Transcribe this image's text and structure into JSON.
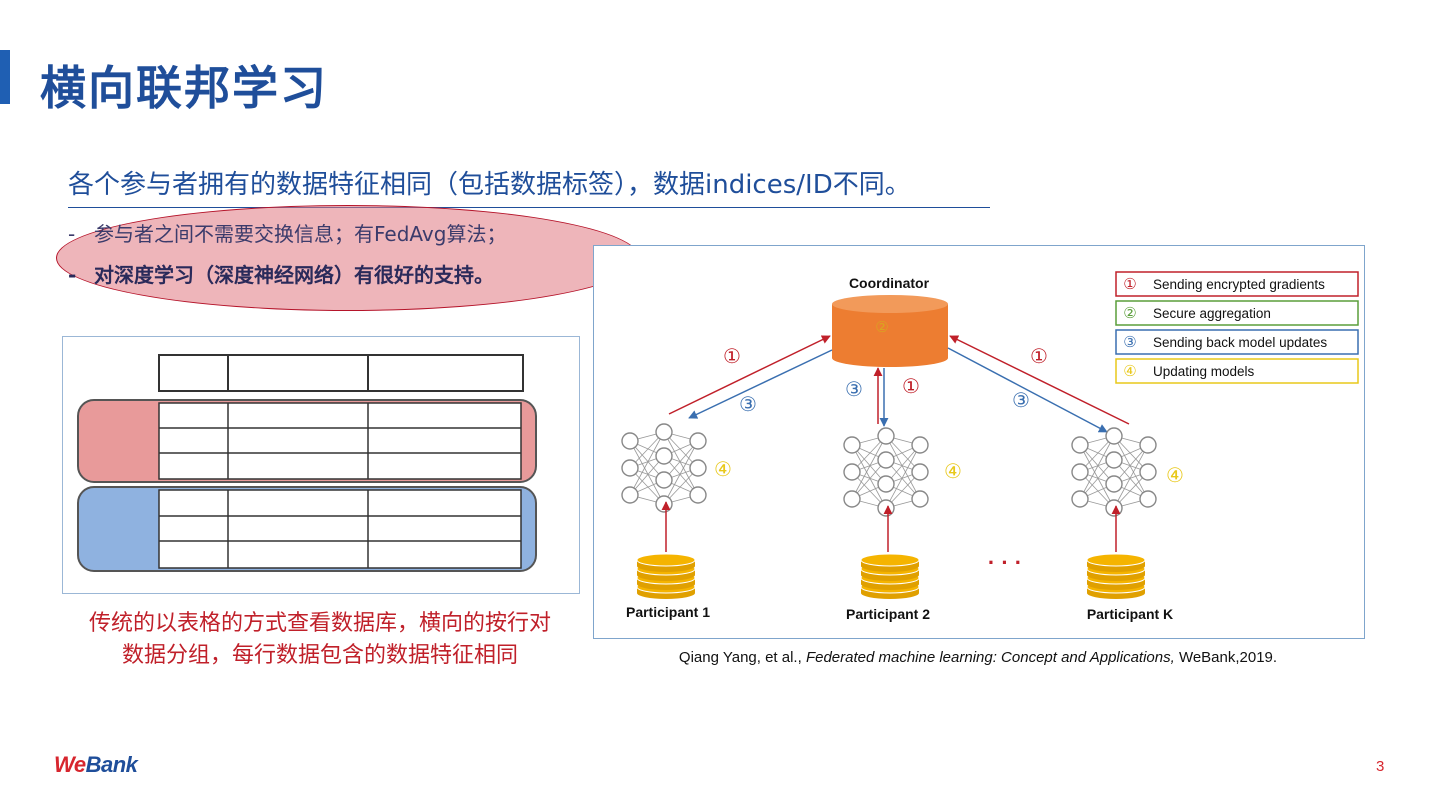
{
  "slide": {
    "title": "横向联邦学习",
    "subtitle": "各个参与者拥有的数据特征相同（包括数据标签），数据indices/ID不同。",
    "bullets": [
      {
        "dash": "-",
        "text": "参与者之间不需要交换信息；有FedAvg算法；"
      },
      {
        "dash": "-",
        "text": "对深度学习（深度神经网络）有很好的支持。"
      }
    ],
    "caption": [
      "传统的以表格的方式查看数据库，横向的按行对",
      "数据分组，每行数据包含的数据特征相同"
    ],
    "citation": {
      "authors": "Qiang Yang, et al., ",
      "work": "Federated machine learning: Concept and Applications,",
      "source": " WeBank,2019."
    },
    "page_number": "3",
    "logo": {
      "part1": "We",
      "part2": "Bank"
    }
  },
  "diagram": {
    "coordinator_label": "Coordinator",
    "coordinator_step": "②",
    "participants": [
      "Participant 1",
      "Participant 2",
      "Participant K"
    ],
    "ellipsis": "· · ·",
    "step_labels": {
      "s1": "①",
      "s3": "③",
      "s4": "④"
    },
    "legend": [
      {
        "num": "①",
        "text": "Sending encrypted gradients",
        "color": "#c0202a"
      },
      {
        "num": "②",
        "text": "Secure aggregation",
        "color": "#5a9e3a"
      },
      {
        "num": "③",
        "text": "Sending back model updates",
        "color": "#3a6fb0"
      },
      {
        "num": "④",
        "text": "Updating models",
        "color": "#e8c81a"
      }
    ]
  },
  "colors": {
    "title": "#1f4e9a",
    "accent": "#1f5fb3",
    "red": "#c0202a",
    "blue_arrow": "#3a6fb0",
    "coordinator": "#ed7d31",
    "db": "#f5b400",
    "group_red": "#e89a9a",
    "group_blue": "#8fb2e0"
  }
}
